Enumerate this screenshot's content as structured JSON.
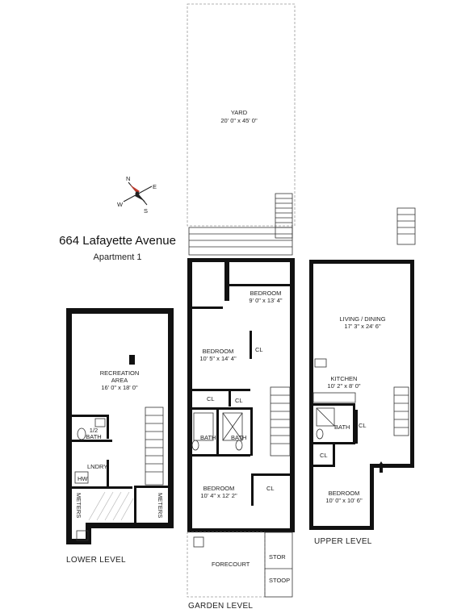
{
  "header": {
    "address": "664 Lafayette Avenue",
    "unit": "Apartment 1"
  },
  "compass": {
    "n": "N",
    "e": "E",
    "s": "S",
    "w": "W"
  },
  "levels": {
    "lower": "LOWER LEVEL",
    "garden": "GARDEN LEVEL",
    "upper": "UPPER LEVEL"
  },
  "rooms": {
    "yard": {
      "name": "YARD",
      "dims": "20' 0\" x 45' 0\""
    },
    "rec": {
      "name1": "RECREATION",
      "name2": "AREA",
      "dims": "16' 0\" x 18' 0\""
    },
    "half_bath": {
      "l1": "1/2",
      "l2": "BATH"
    },
    "lndry": "LNDRY",
    "hw": "HW",
    "meters": "METERS",
    "g_bed1": {
      "name": "BEDROOM",
      "dims": "9' 0\" x 13' 4\""
    },
    "g_bed2": {
      "name": "BEDROOM",
      "dims": "10' 5\" x 14' 4\""
    },
    "g_bed3": {
      "name": "BEDROOM",
      "dims": "10' 4\" x 12' 2\""
    },
    "cl": "CL",
    "bath": "BATH",
    "forecourt": "FORECOURT",
    "stor": "STOR",
    "stoop": "STOOP",
    "living": {
      "name": "LIVING / DINING",
      "dims": "17' 3\" x 24' 6\""
    },
    "kitchen": {
      "name": "KITCHEN",
      "dims": "10' 2\" x 8' 0\""
    },
    "u_bed": {
      "name": "BEDROOM",
      "dims": "10' 0\" x 10' 6\""
    }
  }
}
